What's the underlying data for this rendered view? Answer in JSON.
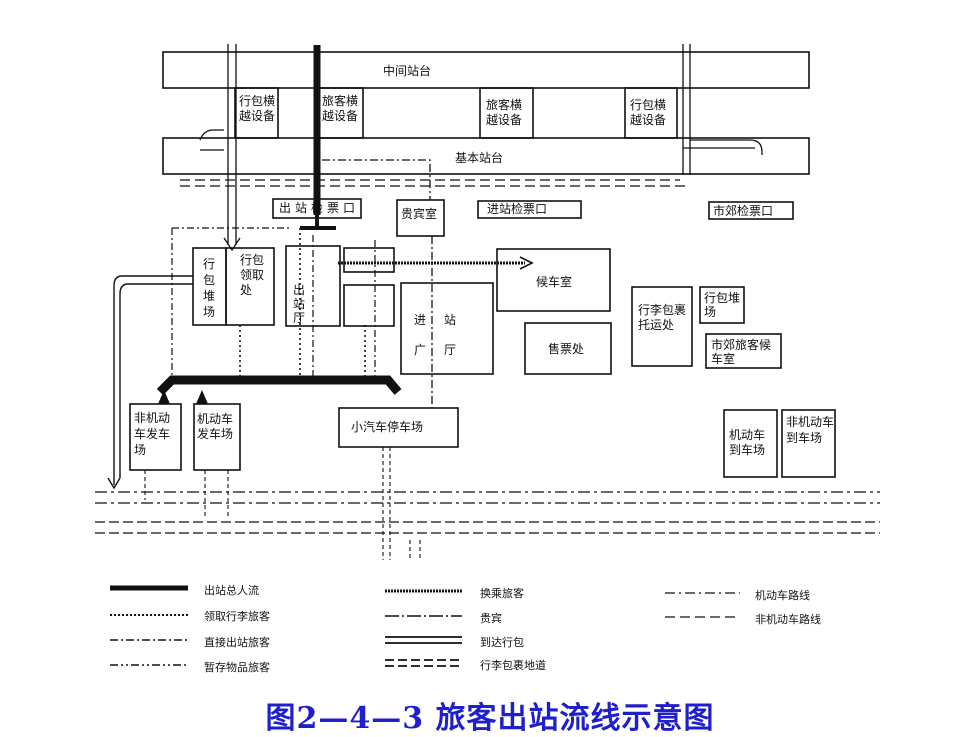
{
  "caption": "图2—4—3 旅客出站流线示意图",
  "platforms": {
    "middle": "中间站台",
    "base": "基本站台"
  },
  "facilities": {
    "luggage_crossing_left": "行包横越设备",
    "passenger_crossing_left": "旅客横越设备",
    "passenger_crossing_right": "旅客横越设备",
    "luggage_crossing_right": "行包横越设备",
    "exit_ticket_gate": "出站检票口",
    "vip_room": "贵宾室",
    "entry_ticket_gate": "进站检票口",
    "suburban_ticket_gate": "市郊检票口",
    "luggage_yard": "行包堆场",
    "luggage_claim": "行包领取处",
    "exit_hall": "出站厅",
    "waiting_room": "候车室",
    "concourse": "进站广厅",
    "ticket_office": "售票处",
    "luggage_checkin": "行李包裹托运处",
    "luggage_yard_right": "行包堆场",
    "suburban_waiting": "市郊旅客候车室",
    "nonmotor_depart": "非机动车发车场",
    "motor_depart": "机动车发车场",
    "car_park": "小汽车停车场",
    "motor_arrive": "机动车到车场",
    "nonmotor_arrive": "非机动车到车场"
  },
  "legend": [
    {
      "label": "出站总人流",
      "style": "thick"
    },
    {
      "label": "领取行李旅客",
      "style": "dotted"
    },
    {
      "label": "直接出站旅客",
      "style": "dashdot"
    },
    {
      "label": "暂存物品旅客",
      "style": "dashdotdot"
    },
    {
      "label": "换乘旅客",
      "style": "rail"
    },
    {
      "label": "贵宾",
      "style": "longdashdot"
    },
    {
      "label": "到达行包",
      "style": "double"
    },
    {
      "label": "行李包裹地道",
      "style": "doubledash"
    },
    {
      "label": "机动车路线",
      "style": "dashdot2"
    },
    {
      "label": "非机动车路线",
      "style": "dashed"
    }
  ]
}
